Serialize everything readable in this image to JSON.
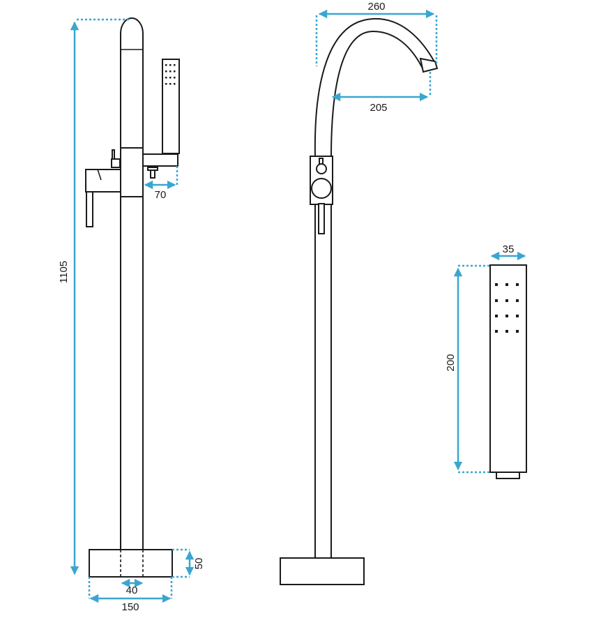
{
  "dimensions": {
    "total_height": "1105",
    "spout_reach": "70",
    "base_height": "50",
    "pipe_diameter": "40",
    "base_width": "150",
    "gooseneck_width": "260",
    "gooseneck_reach": "205",
    "handshower_width": "35",
    "handshower_height": "200"
  },
  "colors": {
    "dimension": "#3aa6d0",
    "outline": "#1a1a1a"
  }
}
